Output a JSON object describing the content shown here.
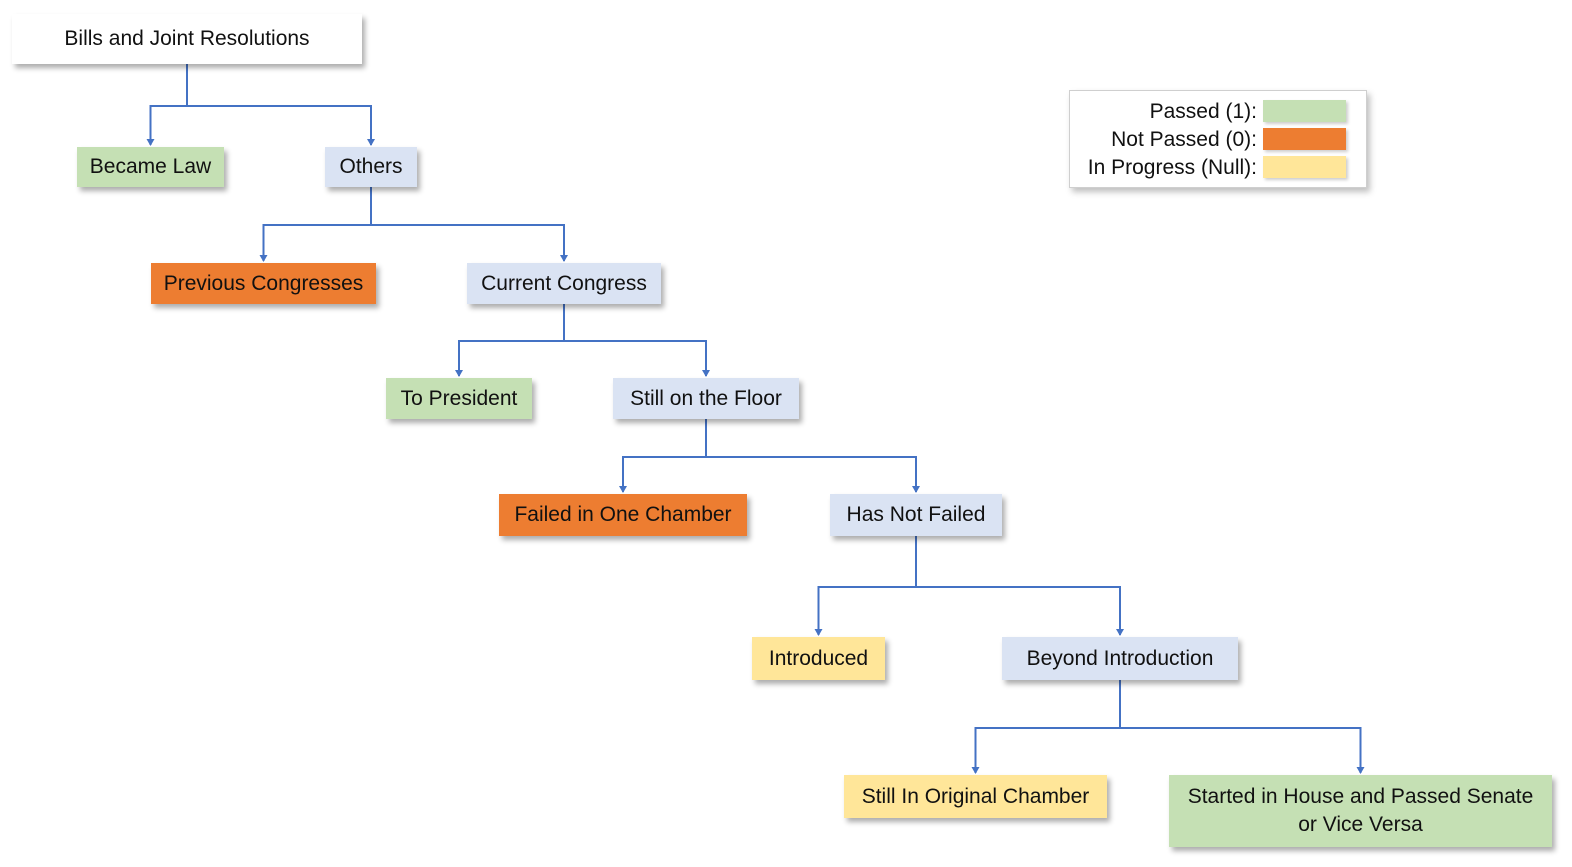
{
  "colors": {
    "passed": "#c5e0b4",
    "not_passed": "#ed7d31",
    "in_progress": "#ffe699",
    "intermediate": "#dae3f3",
    "root": "#3b73cc",
    "connector": "#4472c4"
  },
  "legend": {
    "passed": "Passed (1):",
    "not_passed": "Not Passed (0):",
    "in_progress": "In Progress (Null):"
  },
  "nodes": {
    "root": "Bills and Joint Resolutions",
    "became_law": "Became Law",
    "others": "Others",
    "previous_congresses": "Previous Congresses",
    "current_congress": "Current Congress",
    "to_president": "To President",
    "still_on_floor": "Still on the Floor",
    "failed_one_chamber": "Failed in One Chamber",
    "has_not_failed": "Has Not Failed",
    "introduced": "Introduced",
    "beyond_introduction": "Beyond Introduction",
    "still_original_chamber": "Still In Original Chamber",
    "passed_both": "Started in House and Passed Senate or Vice Versa"
  },
  "status": {
    "root": "root",
    "became_law": "passed",
    "others": "intermediate",
    "previous_congresses": "not_passed",
    "current_congress": "intermediate",
    "to_president": "passed",
    "still_on_floor": "intermediate",
    "failed_one_chamber": "not_passed",
    "has_not_failed": "intermediate",
    "introduced": "in_progress",
    "beyond_introduction": "intermediate",
    "still_original_chamber": "in_progress",
    "passed_both": "passed"
  },
  "edges": [
    [
      "root",
      "became_law"
    ],
    [
      "root",
      "others"
    ],
    [
      "others",
      "previous_congresses"
    ],
    [
      "others",
      "current_congress"
    ],
    [
      "current_congress",
      "to_president"
    ],
    [
      "current_congress",
      "still_on_floor"
    ],
    [
      "still_on_floor",
      "failed_one_chamber"
    ],
    [
      "still_on_floor",
      "has_not_failed"
    ],
    [
      "has_not_failed",
      "introduced"
    ],
    [
      "has_not_failed",
      "beyond_introduction"
    ],
    [
      "beyond_introduction",
      "still_original_chamber"
    ],
    [
      "beyond_introduction",
      "passed_both"
    ]
  ]
}
